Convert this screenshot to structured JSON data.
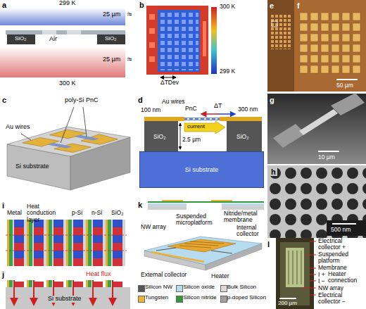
{
  "diagram": {
    "nodes": [
      {
        "text": [
          "Si substrate"
        ]
      }
    ],
    "labels": [
      "a",
      "299 K",
      "25 µm",
      "≈",
      "Air",
      "SiO₂",
      "SiO₂",
      "25 µm",
      "≈",
      "300 K",
      "b",
      "300 K",
      "299 K",
      "ΔTDev",
      "e",
      "f",
      "50 µm",
      "g",
      "10 µm",
      "h",
      "500 nm",
      "c",
      "poly-Si PnC",
      "Au wires",
      "Si substrate",
      "d",
      "100 nm",
      "Au wires",
      "PnC",
      "ΔT",
      "300 nm",
      "current",
      "SiO₂",
      "SiO₂",
      "2.5 µm",
      "i",
      "Metal",
      "Heat conduction layer",
      "p-Si",
      "n-Si",
      "SiO₂",
      "j",
      "Heat flux",
      "Si substrate",
      "k",
      "NW array",
      "Suspended microplatform",
      "Nitride/metal membrane",
      "Internal collector",
      "External collector",
      "Heater",
      "l",
      "Electrical collector +",
      "Suspended platform",
      "Membrane",
      "I +",
      "Heater connection",
      "I −",
      "NW array",
      "Electrical collector −",
      "200 µm"
    ],
    "legend": [
      {
        "text": "Silicon NW",
        "color": "#555555"
      },
      {
        "text": "Silicon oxide",
        "color": "#b8dcef"
      },
      {
        "text": "Bulk Silicon",
        "color": "#d8d8d8"
      },
      {
        "text": "Tungsten",
        "color": "#f0b030"
      },
      {
        "text": "Silicon nitride",
        "color": "#2e9a3a"
      },
      {
        "text": "p-doped Silicon",
        "color": "#a0a0a0"
      }
    ]
  }
}
